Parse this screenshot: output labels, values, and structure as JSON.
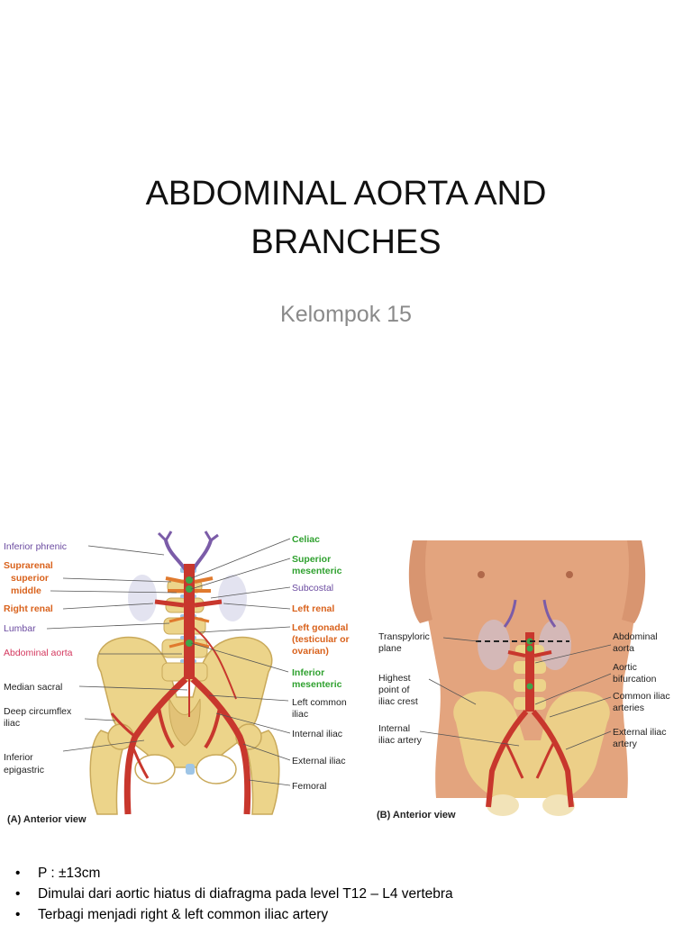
{
  "slide": {
    "title_line1": "ABDOMINAL AORTA AND",
    "title_line2": "BRANCHES",
    "subtitle": "Kelompok 15"
  },
  "figure_a": {
    "caption": "(A) Anterior view",
    "left_labels": {
      "inferior_phrenic": "Inferior phrenic",
      "suprarenal": "Suprarenal",
      "superior": "superior",
      "middle": "middle",
      "right_renal": "Right renal",
      "lumbar": "Lumbar",
      "abdominal_aorta": "Abdominal aorta",
      "median_sacral": "Median sacral",
      "deep_circumflex_1": "Deep circumflex",
      "deep_circumflex_2": "iliac",
      "inferior_epigastric_1": "Inferior",
      "inferior_epigastric_2": "epigastric"
    },
    "right_labels": {
      "celiac": "Celiac",
      "superior_mesenteric_1": "Superior",
      "superior_mesenteric_2": "mesenteric",
      "subcostal": "Subcostal",
      "left_renal": "Left renal",
      "left_gonadal_1": "Left gonadal",
      "left_gonadal_2": "(testicular or",
      "left_gonadal_3": "ovarian)",
      "inferior_mesenteric_1": "Inferior",
      "inferior_mesenteric_2": "mesenteric",
      "left_common_iliac_1": "Left common",
      "left_common_iliac_2": "iliac",
      "internal_iliac": "Internal iliac",
      "external_iliac": "External iliac",
      "femoral": "Femoral"
    },
    "colors": {
      "green_label": "#2fa12f",
      "orange_label": "#d9621c",
      "purple_label": "#6b4ba0",
      "pink_label": "#d4385e",
      "artery": "#c8372d",
      "bone": "#ecd48a"
    }
  },
  "figure_b": {
    "caption": "(B) Anterior view",
    "left_labels": {
      "transpyloric_1": "Transpyloric",
      "transpyloric_2": "plane",
      "highest_point_1": "Highest",
      "highest_point_2": "point of",
      "highest_point_3": "iliac crest",
      "internal_iliac_1": "Internal",
      "internal_iliac_2": "iliac artery"
    },
    "right_labels": {
      "abdominal_aorta_1": "Abdominal",
      "abdominal_aorta_2": "aorta",
      "aortic_bifurcation_1": "Aortic",
      "aortic_bifurcation_2": "bifurcation",
      "common_iliac_1": "Common iliac",
      "common_iliac_2": "arteries",
      "external_iliac_1": "External iliac",
      "external_iliac_2": "artery"
    },
    "colors": {
      "skin": "#e3a47e"
    }
  },
  "bullets": {
    "bullet_glyph": "•",
    "items": [
      "P : ±13cm",
      "Dimulai dari aortic hiatus di diafragma pada level T12 – L4 vertebra",
      "Terbagi menjadi right & left common iliac artery"
    ]
  }
}
